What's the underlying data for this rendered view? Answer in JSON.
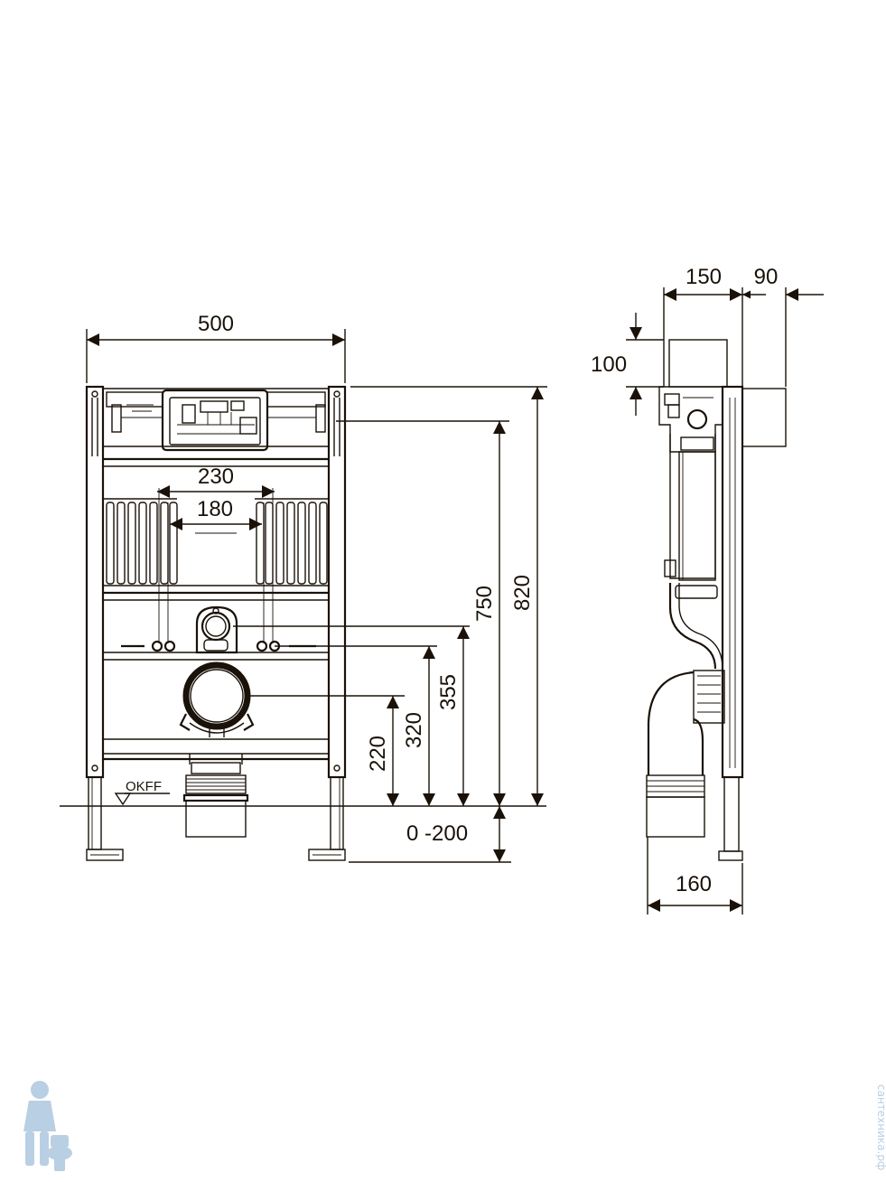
{
  "colors": {
    "ink": "#1a1208",
    "background": "#ffffff",
    "watermark": "#b9cfe3"
  },
  "front_view": {
    "dims": {
      "width": "500",
      "pipe_spacing": "230",
      "bolt_spacing": "180",
      "height_total": "820",
      "height_top": "750",
      "height_inlet": "355",
      "height_bolts": "320",
      "height_outlet": "220",
      "leg_adjust": "0 -200"
    },
    "floor_label": "OKFF"
  },
  "side_view": {
    "dims": {
      "depth_frame": "150",
      "depth_box": "90",
      "box_height": "100",
      "outlet_depth": "160"
    }
  },
  "watermark": {
    "icon": "plumber-toilet-icon",
    "text": "сантехника.рф"
  }
}
